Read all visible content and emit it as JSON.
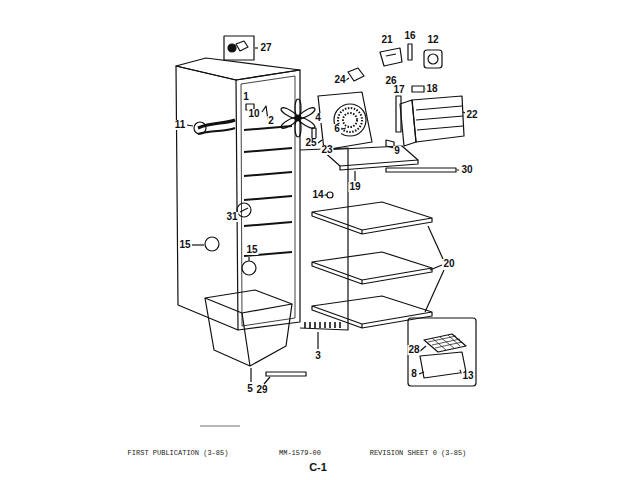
{
  "diagram": {
    "labels": [
      "27",
      "21",
      "16",
      "12",
      "24",
      "26",
      "17",
      "18",
      "1",
      "10",
      "2",
      "4",
      "22",
      "11",
      "6",
      "25",
      "23",
      "9",
      "30",
      "19",
      "14",
      "31",
      "15",
      "15",
      "20",
      "28",
      "3",
      "8",
      "13",
      "5",
      "29",
      "FIRST PUBLICATION (3-85)",
      "MM-1579-00",
      "REVISION SHEET 0 (3-85)",
      "C-1"
    ]
  }
}
